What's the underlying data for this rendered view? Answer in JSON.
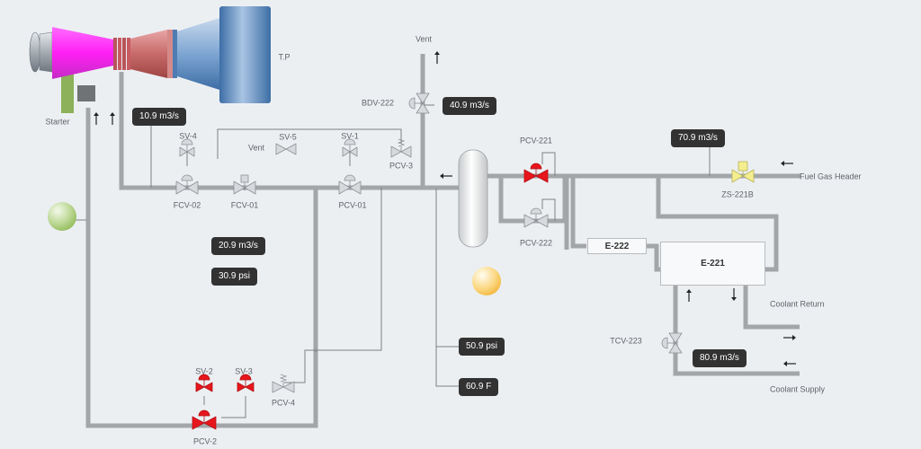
{
  "colors": {
    "pipe": "#a3a6a9",
    "thin_line": "#7d8084",
    "valve_off": "#d7dadd",
    "valve_alarm": "#e8161c",
    "valve_warn": "#f4ee8e",
    "readout_bg": "#323232",
    "background": "#eceff2"
  },
  "labels": {
    "starter": "Starter",
    "turbine": "T.P",
    "vent_top": "Vent",
    "bdv_222": "BDV-222",
    "sv_4": "SV-4",
    "sv_5": "SV-5",
    "sv_1": "SV-1",
    "vent_mid": "Vent",
    "pcv_3": "PCV-3",
    "pcv_221": "PCV-221",
    "pcv_222": "PCV-222",
    "fcv_02": "FCV-02",
    "fcv_01": "FCV-01",
    "pcv_01": "PCV-01",
    "zs_221b": "ZS-221B",
    "fuel_gas_header": "Fuel Gas Header",
    "e_222": "E-222",
    "e_221": "E-221",
    "coolant_return": "Coolant Return",
    "coolant_supply": "Coolant Supply",
    "tcv_223": "TCV-223",
    "sv_2": "SV-2",
    "sv_3": "SV-3",
    "pcv_4": "PCV-4",
    "pcv_2": "PCV-2"
  },
  "readouts": {
    "flow_10": "10.9 m3/s",
    "flow_40": "40.9 m3/s",
    "flow_70": "70.9 m3/s",
    "flow_20": "20.9 m3/s",
    "press_30": "30.9 psi",
    "press_50": "50.9 psi",
    "temp_60": "60.9 F",
    "flow_80": "80.9 m3/s"
  },
  "icons": [
    "arrow-up-icon",
    "arrow-left-icon",
    "arrow-right-icon",
    "arrow-down-icon",
    "valve-icon",
    "control-valve-icon",
    "relief-valve-icon",
    "status-light-icon"
  ]
}
